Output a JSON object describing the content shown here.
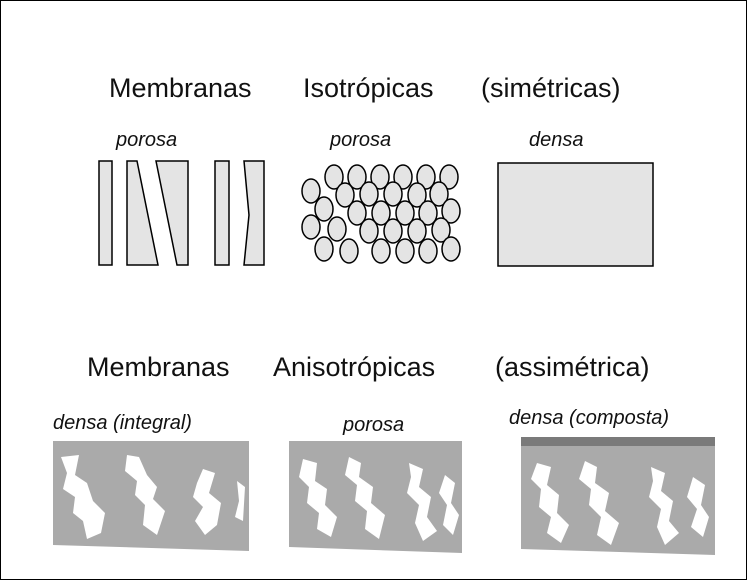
{
  "isotropic": {
    "title_word1": "Membranas",
    "title_word2": "Isotrópicas",
    "title_word3": "(simétricas)",
    "labels": [
      "porosa",
      "porosa",
      "densa"
    ]
  },
  "anisotropic": {
    "title_word1": "Membranas",
    "title_word2": "Anisotrópicas",
    "title_word3": "(assimétrica)",
    "labels": [
      "densa (integral)",
      "porosa",
      "densa (composta)"
    ]
  },
  "colors": {
    "light_fill": "#e4e4e4",
    "membrane_gray": "#aaaaaa",
    "top_layer": "#7a7a7a",
    "stroke": "#000000"
  }
}
